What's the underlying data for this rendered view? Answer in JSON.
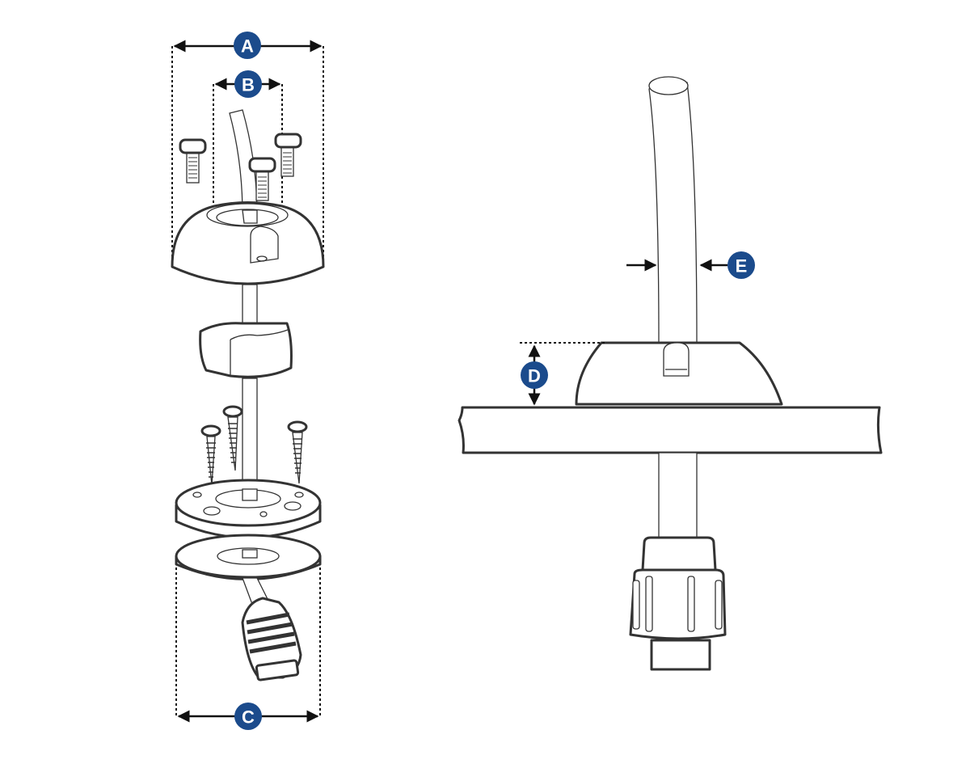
{
  "labels": {
    "a": "A",
    "b": "B",
    "c": "C",
    "d": "D",
    "e": "E"
  },
  "colors": {
    "label_fill": "#1b4b8c",
    "line": "#333333"
  }
}
